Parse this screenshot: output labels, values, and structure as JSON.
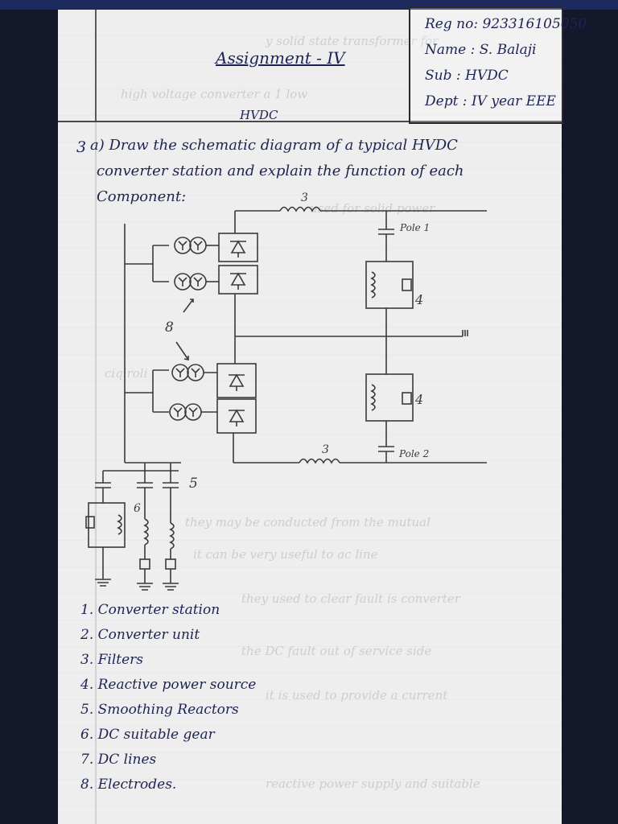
{
  "header": {
    "title": "Assignment - IV",
    "subtitle": "HVDC"
  },
  "student": {
    "reg": "Reg no: 923316105050",
    "name": "Name : S. Balaji",
    "sub": "Sub : HVDC",
    "dept": "Dept : IV year EEE"
  },
  "question": {
    "number": "3",
    "line1": "a) Draw the schematic diagram of a typical HVDC",
    "line2": "converter station and explain the function of each",
    "line3": "Component:"
  },
  "diagram_labels": {
    "pole1": "Pole 1",
    "pole2": "Pole 2",
    "n3_top": "3",
    "n3_bottom": "3",
    "n4_top": "4",
    "n4_bottom": "4",
    "n5": "5",
    "n6": "6",
    "n8": "8"
  },
  "legend": [
    "1. Converter station",
    "2. Converter unit",
    "3. Filters",
    "4. Reactive power source",
    "5. Smoothing Reactors",
    "6. DC suitable gear",
    "7. DC lines",
    "8. Electrodes."
  ]
}
